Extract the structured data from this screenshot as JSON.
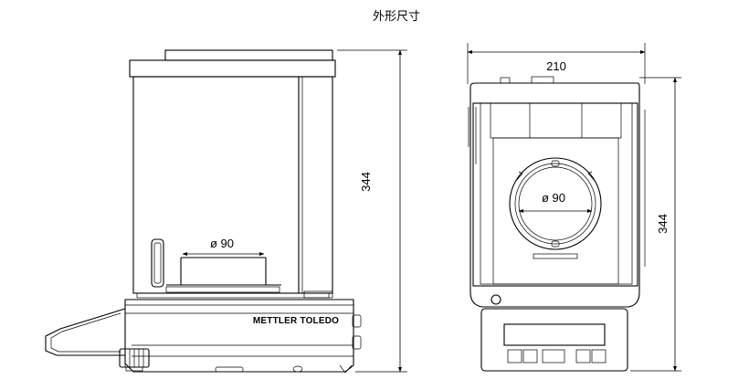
{
  "title": "外形尺寸",
  "side_view": {
    "height_label": "344",
    "pan_diameter_label": "ø 90",
    "brand_label": "METTLER TOLEDO"
  },
  "front_view": {
    "width_label": "210",
    "height_label": "344",
    "pan_diameter_label": "ø 90"
  }
}
